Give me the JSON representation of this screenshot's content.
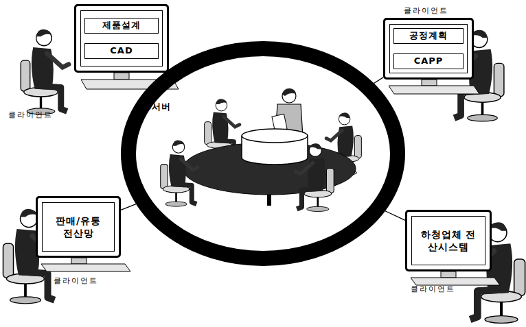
{
  "diagram": {
    "nodes": [
      {
        "text": [
          "제품설계",
          "CAD"
        ]
      },
      {
        "text": [
          "공정계획",
          "CAPP"
        ]
      },
      {
        "text": [
          "DB서버"
        ]
      },
      {
        "text": [
          "판매/유통 전산망"
        ]
      },
      {
        "text": [
          "하청업체 전산시스템"
        ]
      }
    ],
    "edges": [
      {
        "from": 0,
        "to": 2,
        "arrow": "none"
      },
      {
        "from": 1,
        "to": 2,
        "arrow": "none"
      },
      {
        "from": 3,
        "to": 2,
        "arrow": "none"
      },
      {
        "from": 4,
        "to": 2,
        "arrow": "none"
      }
    ],
    "labels": [
      "클라이언트",
      "클라이언트",
      "클라이언트",
      "클라이언트"
    ]
  }
}
